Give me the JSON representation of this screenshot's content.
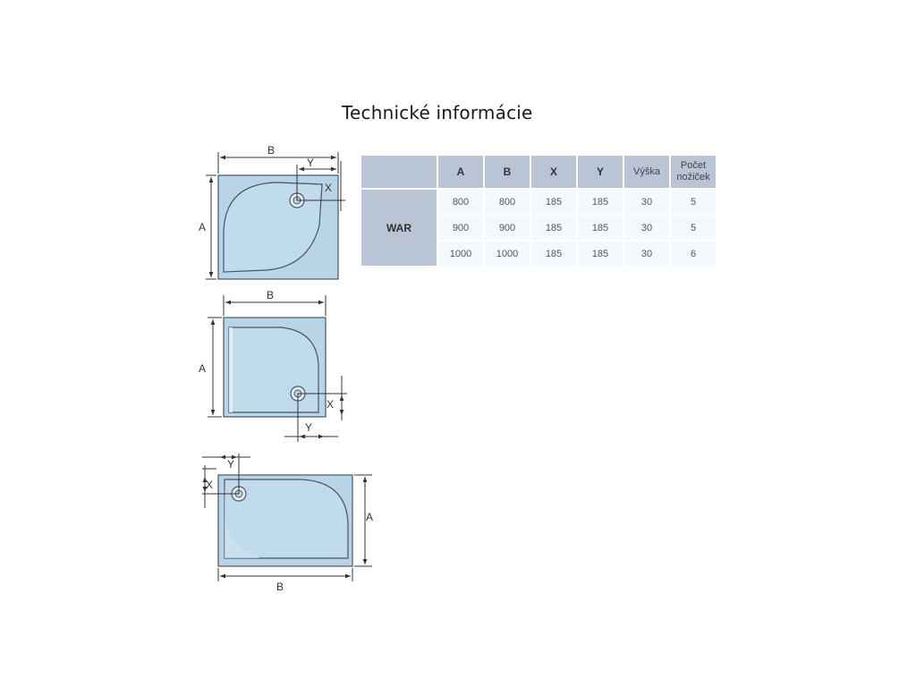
{
  "title": "Technické informácie",
  "colors": {
    "tray_fill": "#b8d4e6",
    "tray_stroke": "#4a5560",
    "table_header": "#b9c4d4",
    "table_cell": "#f4f9fd"
  },
  "diagrams": {
    "quarter": {
      "label_a": "A",
      "label_b": "B",
      "label_x": "X",
      "label_y": "Y"
    },
    "square": {
      "label_a": "A",
      "label_b": "B",
      "label_x": "X",
      "label_y": "Y"
    },
    "rect": {
      "label_a": "A",
      "label_b": "B",
      "label_x": "X",
      "label_y": "Y"
    }
  },
  "table": {
    "headers": [
      "A",
      "B",
      "X",
      "Y",
      "Výška",
      "Počet nožiček"
    ],
    "model": "WAR",
    "rows": [
      [
        "800",
        "800",
        "185",
        "185",
        "30",
        "5"
      ],
      [
        "900",
        "900",
        "185",
        "185",
        "30",
        "5"
      ],
      [
        "1000",
        "1000",
        "185",
        "185",
        "30",
        "6"
      ]
    ]
  }
}
